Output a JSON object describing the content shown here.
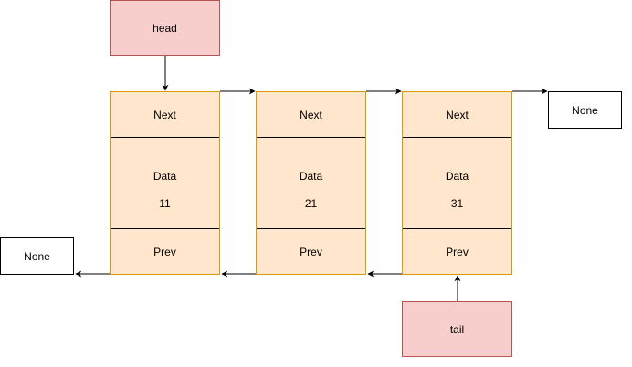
{
  "head": {
    "label": "head"
  },
  "tail": {
    "label": "tail"
  },
  "none_left": {
    "label": "None"
  },
  "none_right": {
    "label": "None"
  },
  "nodes": [
    {
      "next_label": "Next",
      "data_label": "Data",
      "value": "11",
      "prev_label": "Prev"
    },
    {
      "next_label": "Next",
      "data_label": "Data",
      "value": "21",
      "prev_label": "Prev"
    },
    {
      "next_label": "Next",
      "data_label": "Data",
      "value": "31",
      "prev_label": "Prev"
    }
  ],
  "colors": {
    "pointer_fill": "#f8cecc",
    "pointer_stroke": "#b85450",
    "node_fill": "#ffe6cc",
    "node_stroke": "#d79b00",
    "line": "#000000"
  }
}
